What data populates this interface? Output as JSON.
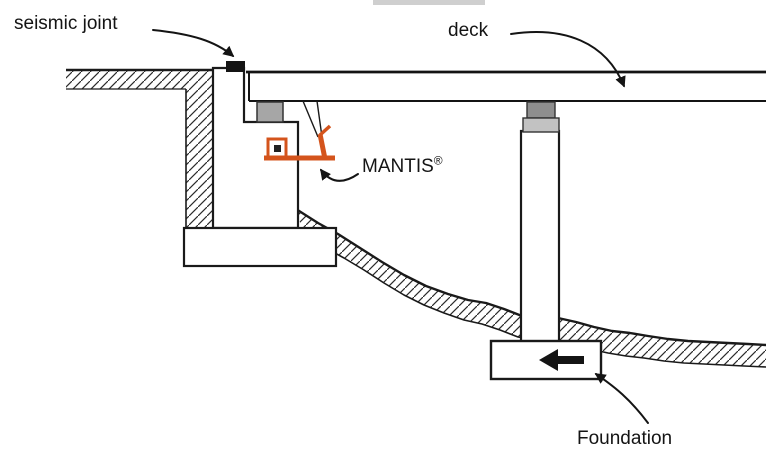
{
  "diagram": {
    "labels": {
      "seismic_joint": "seismic joint",
      "deck": "deck",
      "mantis_name": "MANTIS",
      "mantis_registered": "®",
      "foundation": "Foundation"
    },
    "colors": {
      "mantis_device": "#d4541c",
      "line": "#141414",
      "bearing_gray": "#a6a6a6"
    }
  }
}
